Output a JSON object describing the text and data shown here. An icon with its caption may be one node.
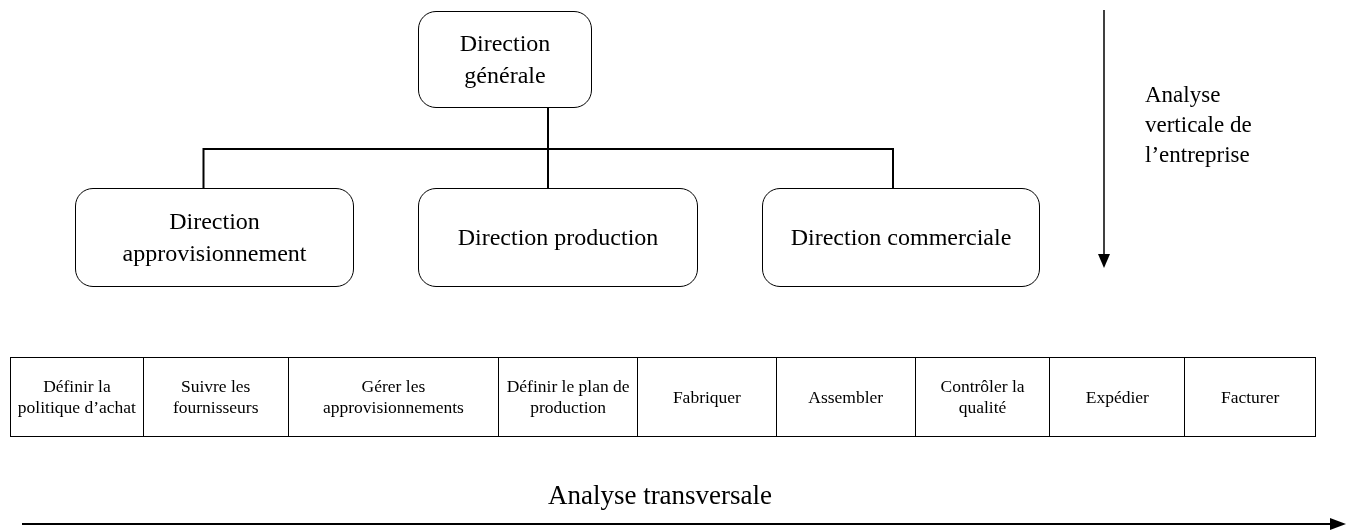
{
  "diagram": {
    "nodes": [
      {
        "text": [
          "Direction générale"
        ]
      },
      {
        "text": [
          "Direction approvisionnement"
        ]
      },
      {
        "text": [
          "Direction production"
        ]
      },
      {
        "text": [
          "Direction commerciale"
        ]
      }
    ],
    "edges": [
      {
        "from": 0,
        "to": 1,
        "arrow": "none"
      },
      {
        "from": 0,
        "to": 2,
        "arrow": "none"
      },
      {
        "from": 0,
        "to": 3,
        "arrow": "none"
      }
    ],
    "labels": [
      "Analyse verticale de l’entreprise",
      "Définir la politique d’achat",
      "Suivre les fournisseurs",
      "Gérer les approvisionnements",
      "Définir le plan de production",
      "Fabriquer",
      "Assembler",
      "Contrôler la qualité",
      "Expédier",
      "Facturer",
      "Analyse transversale"
    ]
  }
}
